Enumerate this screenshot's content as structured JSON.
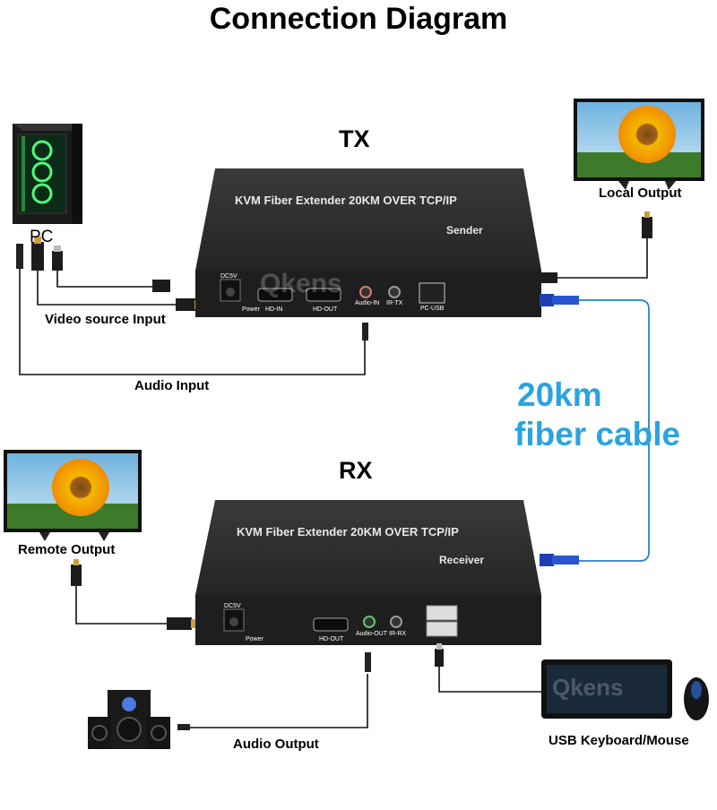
{
  "title": "Connection Diagram",
  "tx": {
    "label": "TX",
    "device_title": "KVM Fiber Extender 20KM OVER TCP/IP",
    "device_role": "Sender",
    "ports": [
      "DC5V",
      "Power",
      "HD-IN",
      "HD-OUT",
      "Audio-IN",
      "IR-TX",
      "PC-USB"
    ]
  },
  "rx": {
    "label": "RX",
    "device_title": "KVM Fiber Extender 20KM OVER TCP/IP",
    "device_role": "Receiver",
    "ports": [
      "DC5V",
      "Power",
      "HD-OUT",
      "Audio-OUT",
      "IR-RX"
    ]
  },
  "labels": {
    "pc": "PC",
    "video_source_input": "Video source Input",
    "audio_input": "Audio Input",
    "local_output": "Local Output",
    "remote_output": "Remote Output",
    "audio_output": "Audio Output",
    "usb_keyboard_mouse": "USB Keyboard/Mouse",
    "fiber_line1": "20km",
    "fiber_line2": "fiber cable"
  },
  "watermark": "Qkens",
  "colors": {
    "fiber": "#2aa4e0",
    "cable": "#111111",
    "device": "#2b2b2b"
  }
}
